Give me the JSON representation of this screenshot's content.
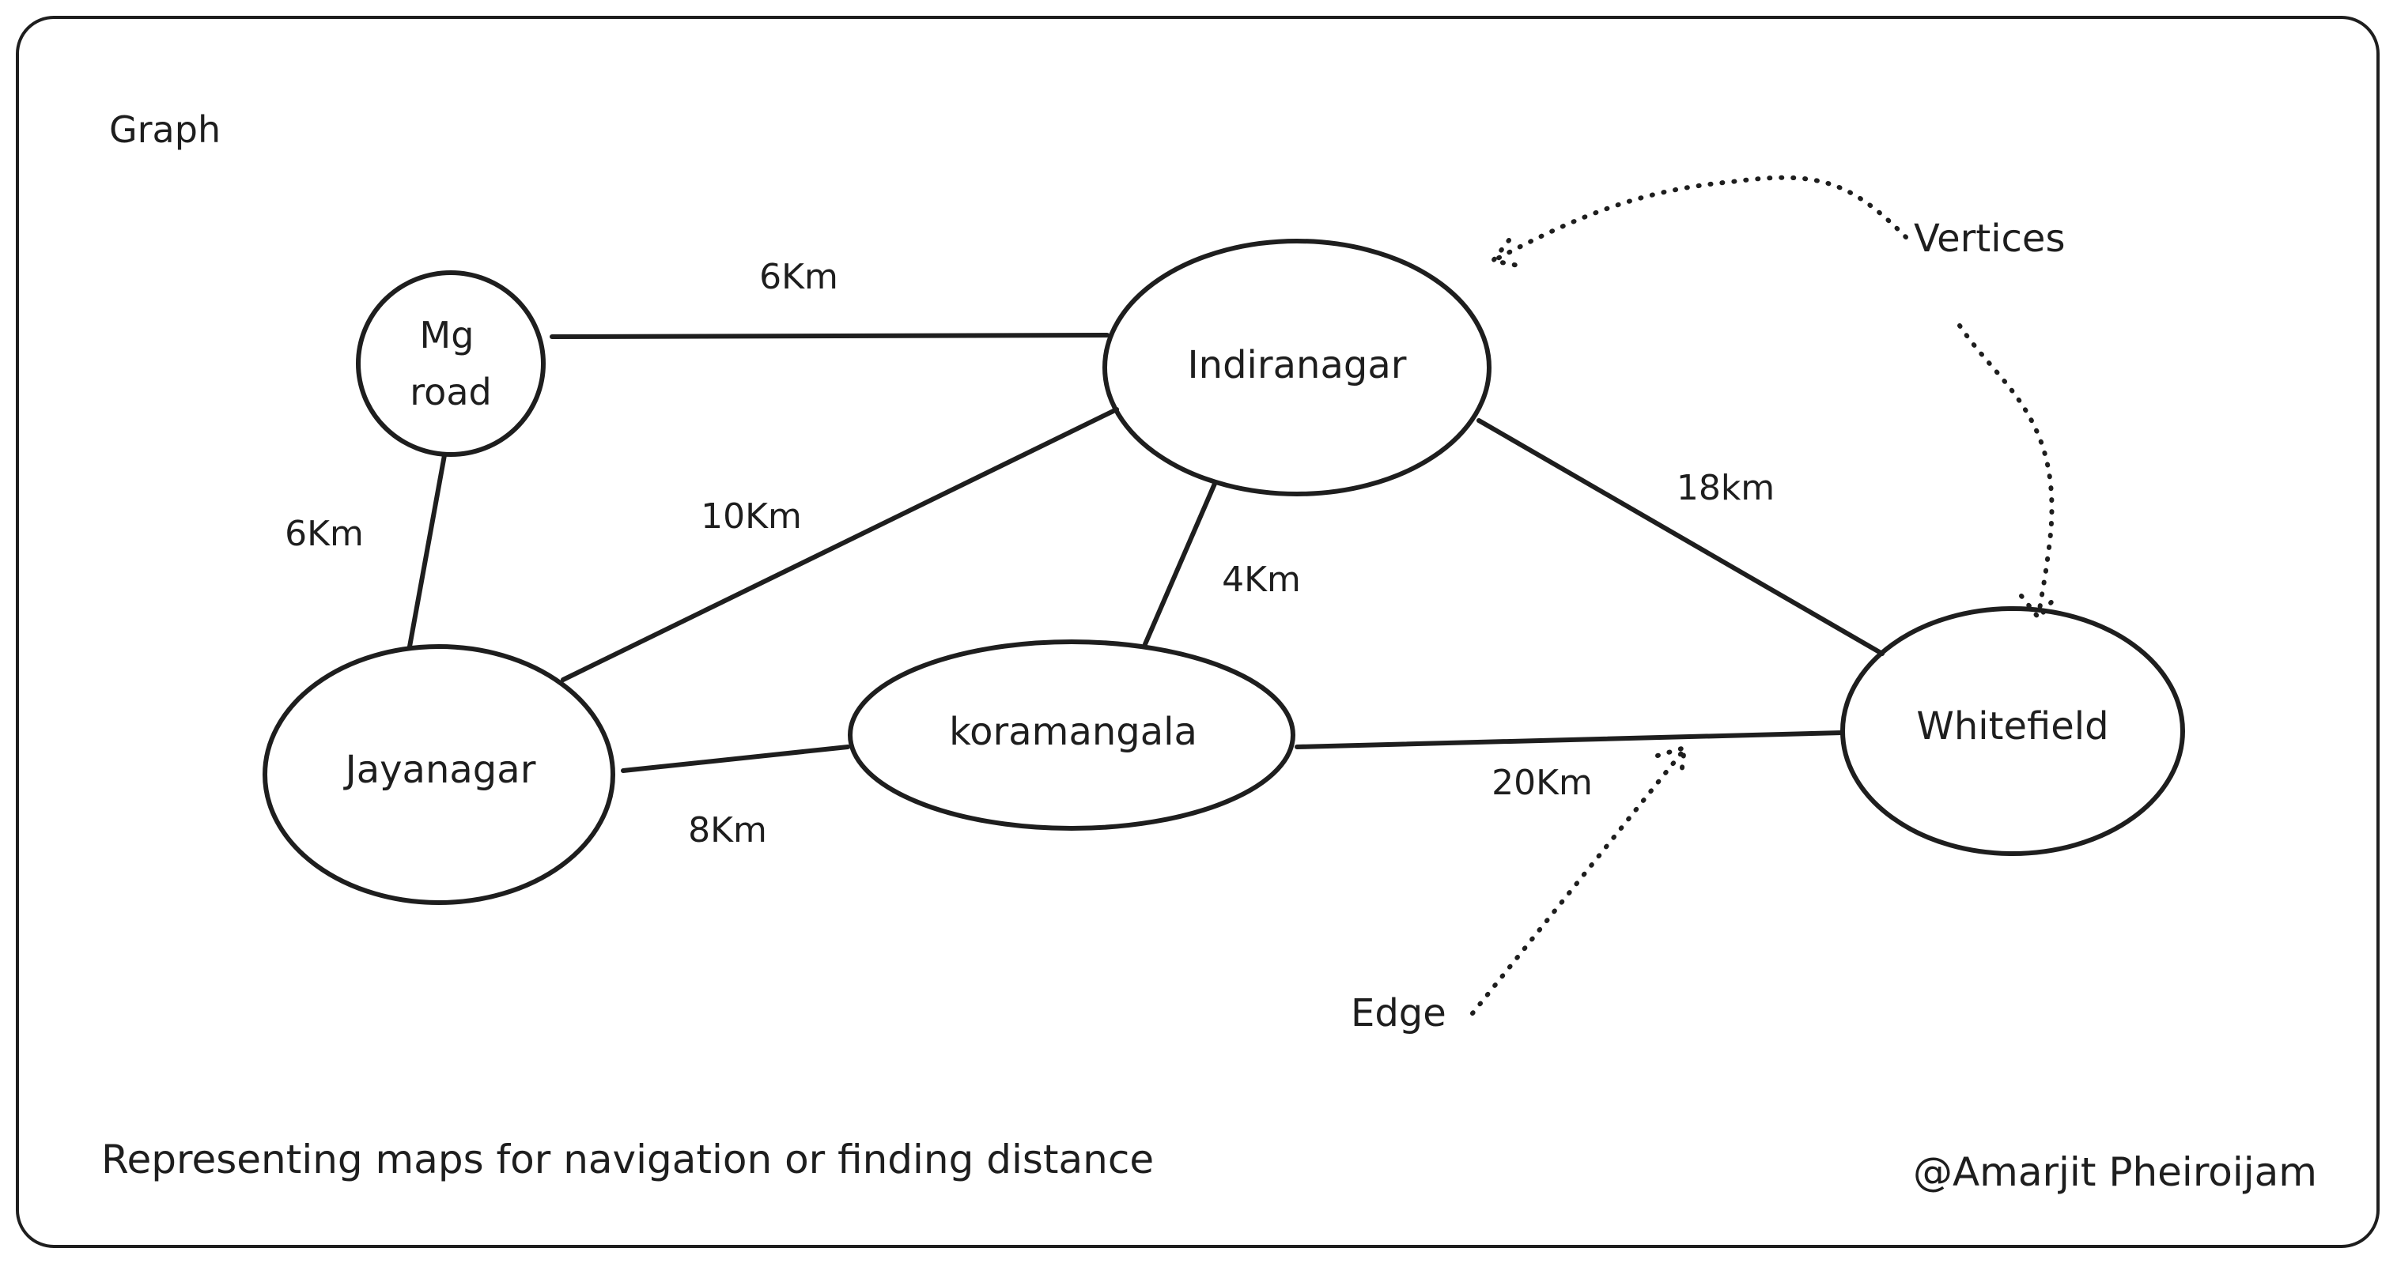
{
  "title": "Graph",
  "caption": "Representing maps for navigation or finding distance",
  "author": "@Amarjit Pheiroijam",
  "vertices": {
    "mg_road": {
      "line1": "Mg",
      "line2": "road"
    },
    "indiranagar": "Indiranagar",
    "jayanagar": "Jayanagar",
    "koramangala": "koramangala",
    "whitefield": "Whitefield"
  },
  "edges": {
    "mg_indiranagar": "6Km",
    "mg_jayanagar": "6Km",
    "jayanagar_indiranagar": "10Km",
    "koramangala_indiranagar": "4Km",
    "indiranagar_whitefield": "18km",
    "jayanagar_koramangala": "8Km",
    "koramangala_whitefield": "20Km"
  },
  "annotations": {
    "vertices": "Vertices",
    "edge": "Edge"
  },
  "colors": {
    "ink": "#1e1e1e",
    "background": "#ffffff"
  }
}
